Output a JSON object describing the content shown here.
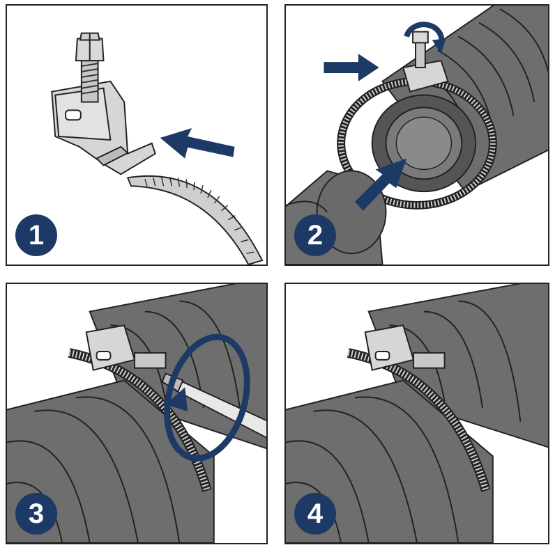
{
  "steps": [
    {
      "number": "1"
    },
    {
      "number": "2"
    },
    {
      "number": "3"
    },
    {
      "number": "4"
    }
  ],
  "colors": {
    "accent": "#1d3a66",
    "hose": "#6e6e6e",
    "hose_dark": "#4f4f4f",
    "metal": "#cfcfcf",
    "outline": "#222222"
  },
  "icons": [
    "step-badge",
    "arrow-icon",
    "rotate-arrow-icon",
    "hose-clamp",
    "screwdriver"
  ]
}
